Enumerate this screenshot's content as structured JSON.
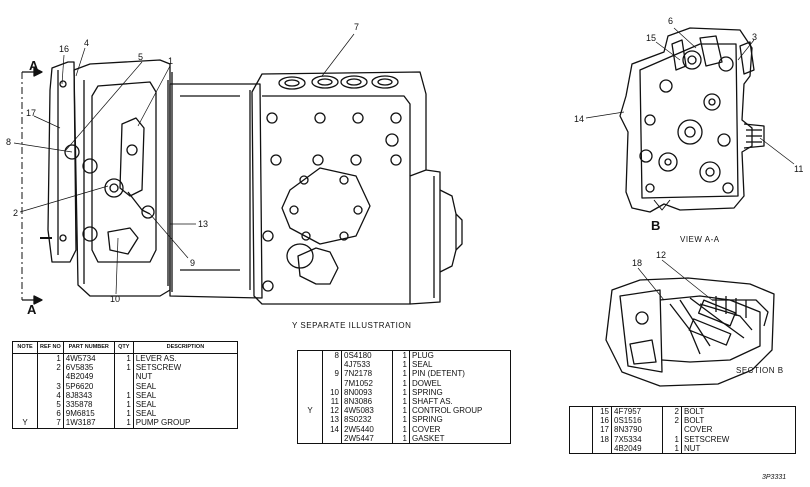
{
  "callouts": {
    "a_top": "A",
    "a_bottom": "A",
    "n1": "1",
    "n2": "2",
    "n3": "3",
    "n4": "4",
    "n5": "5",
    "n6": "6",
    "n7": "7",
    "n8": "8",
    "n9": "9",
    "n10": "10",
    "n11": "11",
    "n12": "12",
    "n13": "13",
    "n14": "14",
    "n15": "15",
    "n16": "16",
    "n17": "17",
    "n18": "18",
    "b": "B"
  },
  "captions": {
    "separate": "Y   SEPARATE ILLUSTRATION",
    "view_a": "VIEW A-A",
    "section_b": "SECTION B"
  },
  "table_headers": {
    "note": "NOTE",
    "ref_no": "REF NO",
    "part_number": "PART NUMBER",
    "qty": "QTY",
    "description": "DESCRIPTION"
  },
  "table1": [
    {
      "note": "",
      "ref": "1",
      "part": "4W5734",
      "qty": "1",
      "desc": "LEVER AS."
    },
    {
      "note": "",
      "ref": "2",
      "part": "6V5835",
      "qty": "1",
      "desc": "SETSCREW"
    },
    {
      "note": "",
      "ref": "",
      "part": "4B2049",
      "qty": "",
      "desc": "NUT"
    },
    {
      "note": "",
      "ref": "3",
      "part": "5P6620",
      "qty": "",
      "desc": "SEAL"
    },
    {
      "note": "",
      "ref": "4",
      "part": "8J8343",
      "qty": "1",
      "desc": "SEAL"
    },
    {
      "note": "",
      "ref": "5",
      "part": "335878",
      "qty": "1",
      "desc": "SEAL"
    },
    {
      "note": "",
      "ref": "6",
      "part": "9M6815",
      "qty": "1",
      "desc": "SEAL"
    },
    {
      "note": "Y",
      "ref": "7",
      "part": "1W3187",
      "qty": "1",
      "desc": "PUMP GROUP"
    }
  ],
  "table2": [
    {
      "note": "",
      "ref": "8",
      "part": "0S4180",
      "qty": "1",
      "desc": "PLUG"
    },
    {
      "note": "",
      "ref": "",
      "part": "4J7533",
      "qty": "1",
      "desc": "SEAL"
    },
    {
      "note": "",
      "ref": "9",
      "part": "7N2178",
      "qty": "1",
      "desc": "PIN (DETENT)"
    },
    {
      "note": "",
      "ref": "",
      "part": "7M1052",
      "qty": "1",
      "desc": "DOWEL"
    },
    {
      "note": "",
      "ref": "10",
      "part": "8N0093",
      "qty": "1",
      "desc": "SPRING"
    },
    {
      "note": "",
      "ref": "11",
      "part": "8N3086",
      "qty": "1",
      "desc": "SHAFT AS."
    },
    {
      "note": "Y",
      "ref": "12",
      "part": "4W5083",
      "qty": "1",
      "desc": "CONTROL GROUP"
    },
    {
      "note": "",
      "ref": "13",
      "part": "8S0232",
      "qty": "1",
      "desc": "SPRING"
    },
    {
      "note": "",
      "ref": "14",
      "part": "2W5440",
      "qty": "1",
      "desc": "COVER"
    },
    {
      "note": "",
      "ref": "",
      "part": "2W5447",
      "qty": "1",
      "desc": "GASKET"
    }
  ],
  "table3": [
    {
      "note": "",
      "ref": "15",
      "part": "4F7957",
      "qty": "2",
      "desc": "BOLT"
    },
    {
      "note": "",
      "ref": "16",
      "part": "0S1516",
      "qty": "2",
      "desc": "BOLT"
    },
    {
      "note": "",
      "ref": "17",
      "part": "8N3790",
      "qty": "",
      "desc": "COVER"
    },
    {
      "note": "",
      "ref": "18",
      "part": "7X5334",
      "qty": "1",
      "desc": "SETSCREW"
    },
    {
      "note": "",
      "ref": "",
      "part": "4B2049",
      "qty": "1",
      "desc": "NUT"
    }
  ],
  "drawing_number": "3P3331"
}
